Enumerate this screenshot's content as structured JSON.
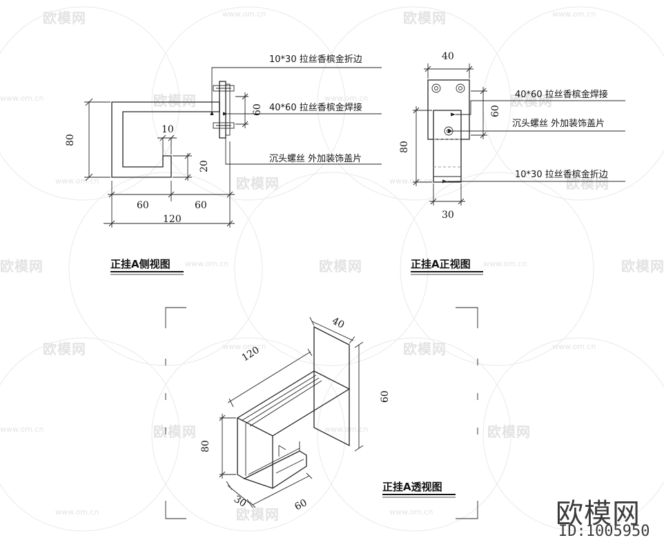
{
  "watermark": {
    "text": "欧模网",
    "url": "www.om.cn"
  },
  "brand": {
    "name": "欧模网",
    "id": "ID:1005950"
  },
  "side_view": {
    "title": "正挂A侧视图",
    "dims": {
      "height": "80",
      "gap": "10",
      "lip": "20",
      "left": "60",
      "right": "60",
      "total": "120",
      "plate": "60"
    },
    "callouts": {
      "top": "10*30 拉丝香槟金折边",
      "mid": "40*60 拉丝香槟金焊接",
      "bottom": "沉头螺丝 外加装饰盖片"
    }
  },
  "front_view": {
    "title": "正挂A正视图",
    "dims": {
      "top": "40",
      "plate": "60",
      "height": "80",
      "bottom": "30"
    },
    "callouts": {
      "top": "40*60 拉丝香槟金焊接",
      "mid": "沉头螺丝 外加装饰盖片",
      "bottom": "10*30 拉丝香槟金折边"
    }
  },
  "perspective_view": {
    "title": "正挂A透视图",
    "dims": {
      "plate_w": "40",
      "depth": "120",
      "plate_h": "60",
      "height": "80",
      "w": "30",
      "bottom": "60"
    }
  }
}
